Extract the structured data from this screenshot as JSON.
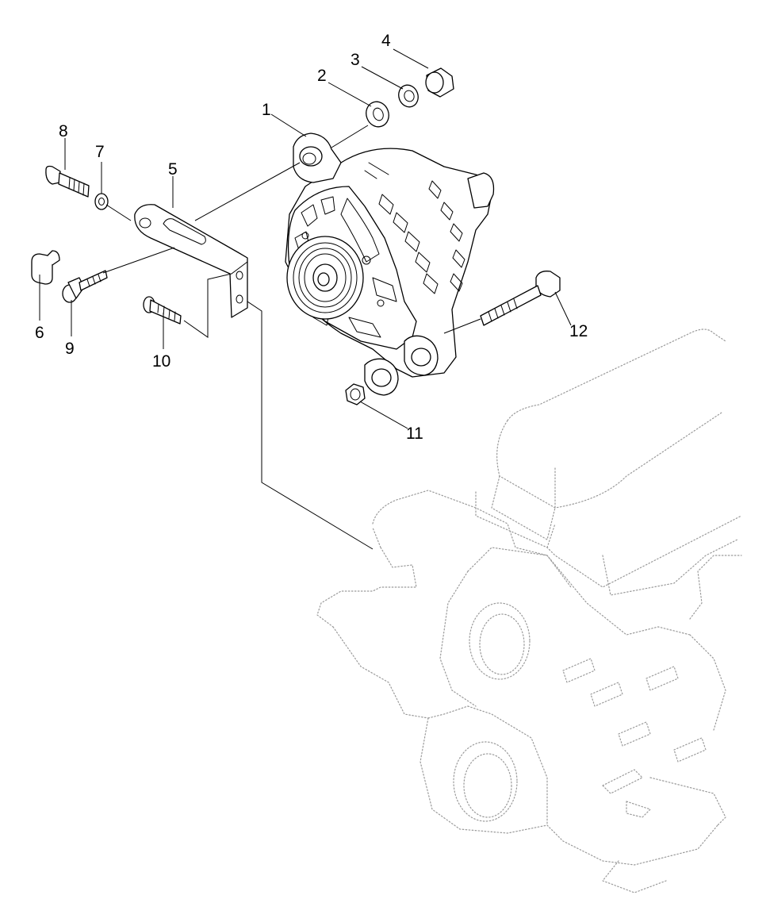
{
  "callouts": [
    {
      "number": "1",
      "part": "alternator-mount-lug"
    },
    {
      "number": "2",
      "part": "flat-washer"
    },
    {
      "number": "3",
      "part": "spring-washer"
    },
    {
      "number": "4",
      "part": "nut"
    },
    {
      "number": "5",
      "part": "adjusting-bracket"
    },
    {
      "number": "6",
      "part": "terminal-cap"
    },
    {
      "number": "7",
      "part": "washer"
    },
    {
      "number": "8",
      "part": "bolt"
    },
    {
      "number": "9",
      "part": "flange-bolt"
    },
    {
      "number": "10",
      "part": "flange-bolt"
    },
    {
      "number": "11",
      "part": "flange-nut"
    },
    {
      "number": "12",
      "part": "long-through-bolt"
    }
  ],
  "colors": {
    "line": "#000000",
    "engine_ghost": "#9a9a9a",
    "background": "#ffffff"
  }
}
